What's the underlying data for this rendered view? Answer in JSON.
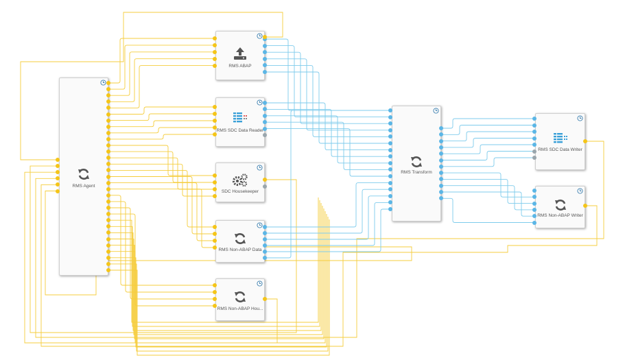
{
  "pipeline": {
    "nodes": [
      {
        "id": "rms-agent",
        "label": "RMS Agent",
        "icon": "sync-icon"
      },
      {
        "id": "rms-abap",
        "label": "RMS ABAP",
        "icon": "upload-icon"
      },
      {
        "id": "rms-sdc-data-reader",
        "label": "RMS SDC Data Reader",
        "icon": "data-list-icon"
      },
      {
        "id": "sdc-housekeeper",
        "label": "SDC Housekeeper",
        "icon": "gears-icon"
      },
      {
        "id": "rms-non-abap-data",
        "label": "RMS Non-ABAP Data",
        "icon": "sync-icon"
      },
      {
        "id": "rms-non-abap-hou",
        "label": "RMS Non-ABAP Hou...",
        "icon": "sync-icon"
      },
      {
        "id": "rms-transform",
        "label": "RMS Transform",
        "icon": "sync-icon"
      },
      {
        "id": "rms-sdc-data-writer",
        "label": "RMS SDC Data Writer",
        "icon": "data-list-icon"
      },
      {
        "id": "rms-non-abap-writer",
        "label": "RMS Non-ABAP Writer",
        "icon": "sync-icon"
      }
    ]
  },
  "colors": {
    "connection_control": "#f5c518",
    "connection_data": "#5bb6e6",
    "port_inactive": "#9aa6ad",
    "icon_dark": "#555555",
    "icon_blue": "#3aa0d8"
  }
}
